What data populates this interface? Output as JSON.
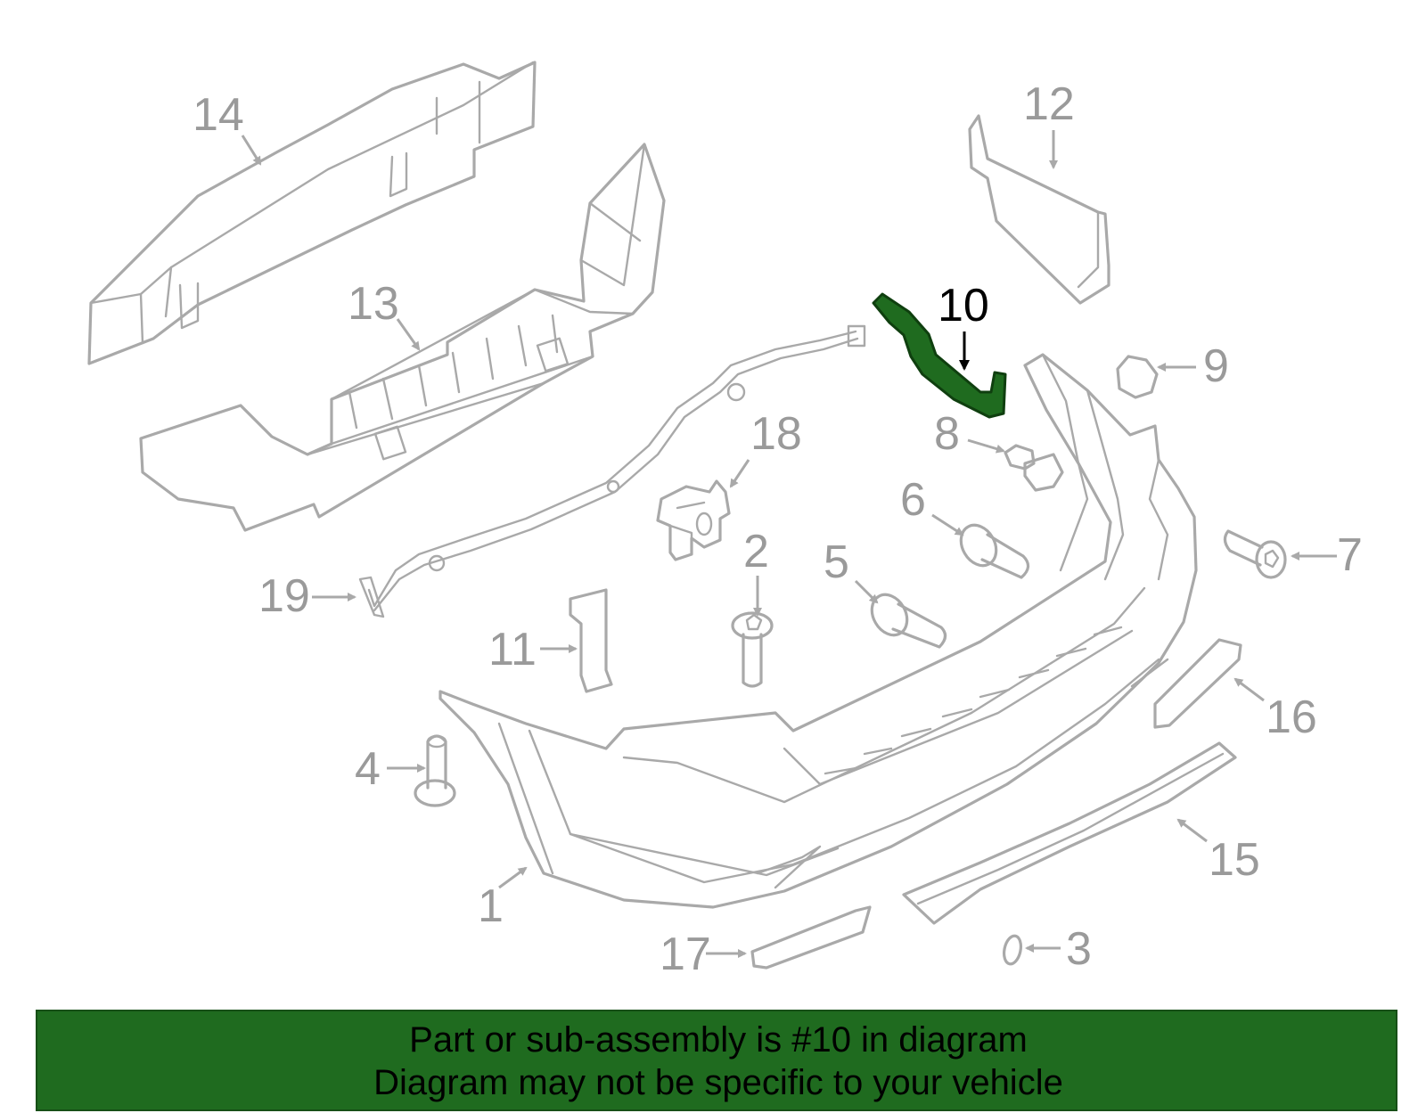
{
  "diagram": {
    "callouts": [
      "1",
      "2",
      "3",
      "4",
      "5",
      "6",
      "7",
      "8",
      "9",
      "10",
      "11",
      "12",
      "13",
      "14",
      "15",
      "16",
      "17",
      "18",
      "19"
    ],
    "highlighted_part": "10",
    "highlight_color": "#1f6b1f",
    "part_stroke_color": "#a9a9a9"
  },
  "banner": {
    "line1": "Part or sub-assembly is #10 in diagram",
    "line2": "Diagram may not be specific to your vehicle",
    "background": "#1f6b1f"
  }
}
